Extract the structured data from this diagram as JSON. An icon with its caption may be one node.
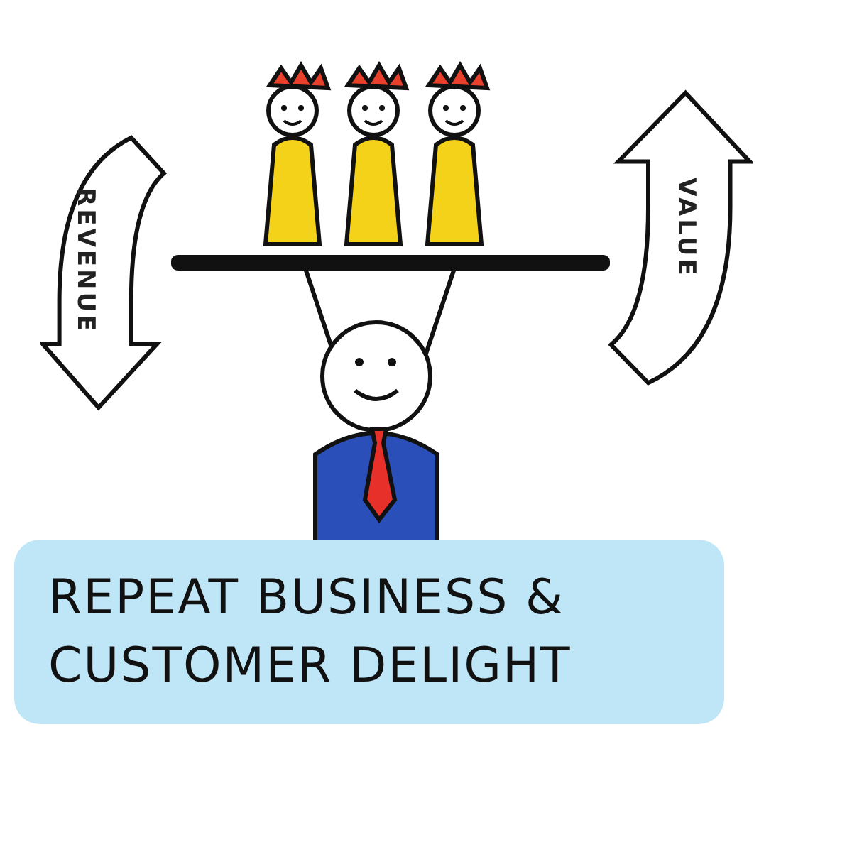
{
  "diagram": {
    "nodes": [
      {
        "text": [
          "REVENUE"
        ]
      },
      {
        "text": [
          "VALUE"
        ]
      },
      {
        "text": [
          "REPEAT BUSINESS & CUSTOMER DELIGHT"
        ]
      }
    ]
  }
}
